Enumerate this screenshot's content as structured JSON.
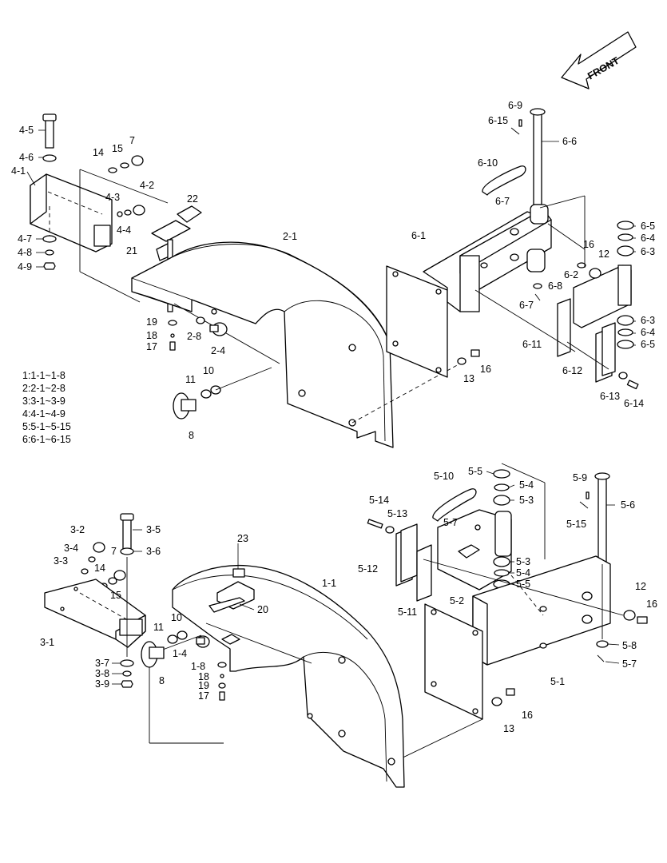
{
  "front_arrow": {
    "label": "FRONT"
  },
  "legend": [
    "1:1-1~1-8",
    "2:2-1~2-8",
    "3:3-1~3-9",
    "4:4-1~4-9",
    "5:5-1~5-15",
    "6:6-1~6-15"
  ],
  "labels": {
    "l4_5": "4-5",
    "l4_6": "4-6",
    "l4_1": "4-1",
    "l14a": "14",
    "l15a": "15",
    "l7a": "7",
    "l4_3": "4-3",
    "l4_4": "4-4",
    "l4_2": "4-2",
    "l22": "22",
    "l21": "21",
    "l4_7": "4-7",
    "l4_8": "4-8",
    "l4_9": "4-9",
    "l2_1": "2-1",
    "l19a": "19",
    "l18a": "18",
    "l17a": "17",
    "l2_8": "2-8",
    "l2_4": "2-4",
    "l11a": "11",
    "l10a": "10",
    "l8a": "8",
    "l6_9": "6-9",
    "l6_15": "6-15",
    "l6_6": "6-6",
    "l6_10": "6-10",
    "l6_7a": "6-7",
    "l6_1": "6-1",
    "l6_5a": "6-5",
    "l6_4a": "6-4",
    "l6_3a": "6-3",
    "l16a": "16",
    "l12a": "12",
    "l6_2": "6-2",
    "l6_8": "6-8",
    "l6_7b": "6-7",
    "l6_3b": "6-3",
    "l6_4b": "6-4",
    "l6_5b": "6-5",
    "l6_11": "6-11",
    "l13a": "13",
    "l16b": "16",
    "l6_12": "6-12",
    "l6_13": "6-13",
    "l6_14": "6-14",
    "l5_5a": "5-5",
    "l5_4a": "5-4",
    "l5_3a": "5-3",
    "l5_10": "5-10",
    "l5_14": "5-14",
    "l5_13": "5-13",
    "l5_7a": "5-7",
    "l5_9": "5-9",
    "l5_15": "5-15",
    "l5_6": "5-6",
    "l5_12": "5-12",
    "l5_3b": "5-3",
    "l5_4b": "5-4",
    "l5_5b": "5-5",
    "l5_2": "5-2",
    "l5_11": "5-11",
    "l12b": "12",
    "l16c": "16",
    "l5_8": "5-8",
    "l5_7b": "5-7",
    "l5_1": "5-1",
    "l13b": "13",
    "l16d": "16",
    "l3_2": "3-2",
    "l3_5": "3-5",
    "l3_4": "3-4",
    "l7b": "7",
    "l3_6": "3-6",
    "l3_3": "3-3",
    "l14b": "14",
    "l15b": "15",
    "l23": "23",
    "l1_1": "1-1",
    "l20": "20",
    "l3_1": "3-1",
    "l11b": "11",
    "l10b": "10",
    "l1_4": "1-4",
    "l1_8": "1-8",
    "l18b": "18",
    "l19b": "19",
    "l17b": "17",
    "l3_7": "3-7",
    "l3_8": "3-8",
    "l3_9": "3-9",
    "l8b": "8"
  }
}
